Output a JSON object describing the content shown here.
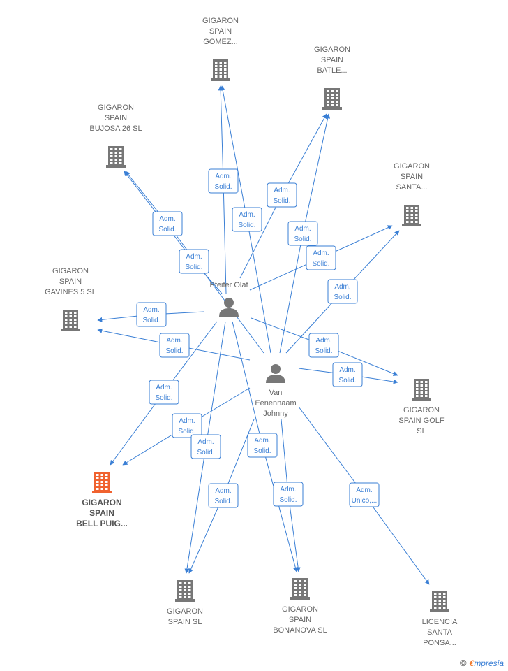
{
  "colors": {
    "edge": "#3a7fd5",
    "company": "#777777",
    "highlight": "#f0622f",
    "person": "#777777"
  },
  "companies": [
    {
      "id": "gomez",
      "lines": [
        "GIGARON",
        "SPAIN",
        "GOMEZ..."
      ],
      "icon": "building-icon"
    },
    {
      "id": "batle",
      "lines": [
        "GIGARON",
        "SPAIN",
        "BATLE..."
      ],
      "icon": "building-icon"
    },
    {
      "id": "bujosa",
      "lines": [
        "GIGARON",
        "SPAIN",
        "BUJOSA 26  SL"
      ],
      "icon": "building-icon"
    },
    {
      "id": "santa",
      "lines": [
        "GIGARON",
        "SPAIN",
        "SANTA..."
      ],
      "icon": "building-icon"
    },
    {
      "id": "gavines",
      "lines": [
        "GIGARON",
        "SPAIN",
        "GAVINES 5  SL"
      ],
      "icon": "building-icon"
    },
    {
      "id": "golf",
      "lines": [
        "GIGARON",
        "SPAIN GOLF",
        "SL"
      ],
      "icon": "building-icon"
    },
    {
      "id": "bellpuig",
      "lines": [
        "GIGARON",
        "SPAIN",
        "BELL PUIG..."
      ],
      "icon": "building-icon",
      "highlight": true
    },
    {
      "id": "spainsl",
      "lines": [
        "GIGARON",
        "SPAIN  SL"
      ],
      "icon": "building-icon"
    },
    {
      "id": "bonanova",
      "lines": [
        "GIGARON",
        "SPAIN",
        "BONANOVA  SL"
      ],
      "icon": "building-icon"
    },
    {
      "id": "licencia",
      "lines": [
        "LICENCIA",
        "SANTA",
        "PONSA..."
      ],
      "icon": "building-icon"
    }
  ],
  "persons": [
    {
      "id": "olaf",
      "lines": [
        "Pfeifer Olaf"
      ],
      "icon": "person-icon"
    },
    {
      "id": "van",
      "lines": [
        "Van",
        "Eenennaam",
        "Johnny"
      ],
      "icon": "person-icon"
    }
  ],
  "edges": [
    {
      "from": "olaf",
      "to": "gomez",
      "label": [
        "Adm.",
        "Solid."
      ]
    },
    {
      "from": "van",
      "to": "gomez",
      "label": [
        "Adm.",
        "Solid."
      ]
    },
    {
      "from": "olaf",
      "to": "batle",
      "label": [
        "Adm.",
        "Solid."
      ]
    },
    {
      "from": "van",
      "to": "batle",
      "label": [
        "Adm.",
        "Solid."
      ]
    },
    {
      "from": "olaf",
      "to": "bujosa",
      "label": [
        "Adm.",
        "Solid."
      ]
    },
    {
      "from": "van",
      "to": "bujosa",
      "label": [
        "Adm.",
        "Solid."
      ]
    },
    {
      "from": "olaf",
      "to": "santa",
      "label": [
        "Adm.",
        "Solid."
      ]
    },
    {
      "from": "van",
      "to": "santa",
      "label": [
        "Adm.",
        "Solid."
      ]
    },
    {
      "from": "olaf",
      "to": "gavines",
      "label": [
        "Adm.",
        "Solid."
      ]
    },
    {
      "from": "van",
      "to": "gavines",
      "label": [
        "Adm.",
        "Solid."
      ]
    },
    {
      "from": "olaf",
      "to": "golf",
      "label": [
        "Adm.",
        "Solid."
      ]
    },
    {
      "from": "van",
      "to": "golf",
      "label": [
        "Adm.",
        "Solid."
      ]
    },
    {
      "from": "olaf",
      "to": "bellpuig",
      "label": [
        "Adm.",
        "Solid."
      ]
    },
    {
      "from": "van",
      "to": "bellpuig",
      "label": [
        "Adm.",
        "Solid."
      ]
    },
    {
      "from": "olaf",
      "to": "spainsl",
      "label": [
        "Adm.",
        "Solid."
      ]
    },
    {
      "from": "van",
      "to": "spainsl",
      "label": [
        "Adm.",
        "Solid."
      ]
    },
    {
      "from": "olaf",
      "to": "bonanova",
      "label": [
        "Adm.",
        "Solid."
      ]
    },
    {
      "from": "van",
      "to": "bonanova",
      "label": [
        "Adm.",
        "Solid."
      ]
    },
    {
      "from": "van",
      "to": "licencia",
      "label": [
        "Adm.",
        "Unico,..."
      ]
    }
  ],
  "footer": {
    "copyright": "©",
    "brand_first": "€",
    "brand_rest": "mpresia"
  }
}
